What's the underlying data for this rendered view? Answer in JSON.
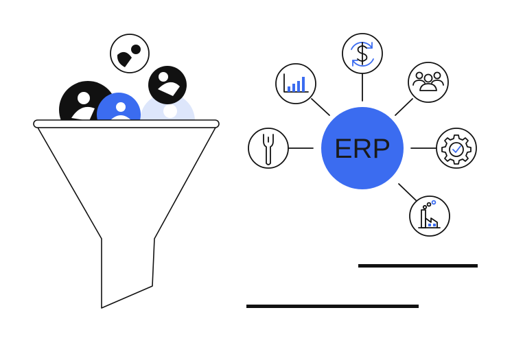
{
  "hub": {
    "label": "ERP",
    "color": "#3b6cf0",
    "text_color": "#1a1a1a"
  },
  "nodes": [
    {
      "icon": "bar-chart-icon"
    },
    {
      "icon": "dollar-cycle-icon"
    },
    {
      "icon": "team-icon"
    },
    {
      "icon": "wrench-icon"
    },
    {
      "icon": "gear-check-icon"
    },
    {
      "icon": "factory-icon"
    }
  ],
  "funnel_items": [
    {
      "icon": "person-icon",
      "style": "outline"
    },
    {
      "icon": "person-icon",
      "style": "black"
    },
    {
      "icon": "person-icon",
      "style": "black"
    },
    {
      "icon": "person-icon",
      "style": "blue"
    },
    {
      "icon": "person-icon",
      "style": "light-blue"
    }
  ],
  "colors": {
    "accent": "#3b6cf0",
    "light_accent": "#dde6fb",
    "ink": "#111111"
  }
}
